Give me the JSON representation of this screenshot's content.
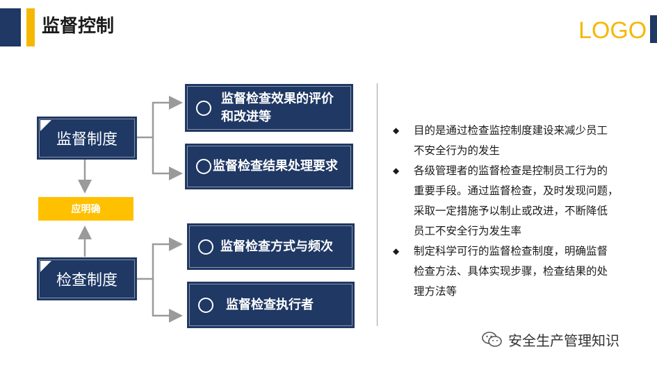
{
  "header": {
    "title": "监督控制",
    "logo": "LOGO"
  },
  "diagram": {
    "left_nodes": [
      {
        "label": "监督制度"
      },
      {
        "label": "检查制度"
      }
    ],
    "middle_label": "应明确",
    "right_nodes": [
      {
        "line1": "监督检查效果的评价",
        "line2": "和改进等"
      },
      {
        "line1": "监督检查结果处理要求"
      },
      {
        "line1": "监督检查方式与频次"
      },
      {
        "line1": "监督检查执行者"
      }
    ]
  },
  "bullets": [
    {
      "line1": "目的是通过检查监控制度建设来减少员工",
      "line2": "不安全行为的发生"
    },
    {
      "line1": "各级管理者的监督检查是控制员工行为的",
      "line2": "重要手段。通过监督检查，及时发现问题，",
      "line3": "采取一定措施予以制止或改进，不断降低",
      "line4": "员工不安全行为发生率"
    },
    {
      "line1": "制定科学可行的监督检查制度，明确监督",
      "line2": "检查方法、具体实现步骤，检查结果的处",
      "line3": "理方法等"
    }
  ],
  "footer": {
    "text": "安全生产管理知识",
    "icon": "wechat-icon"
  },
  "colors": {
    "navy": "#1f3864",
    "gold": "#f5b800",
    "yellow": "#ffc000",
    "arrow": "#9a9a9a"
  }
}
